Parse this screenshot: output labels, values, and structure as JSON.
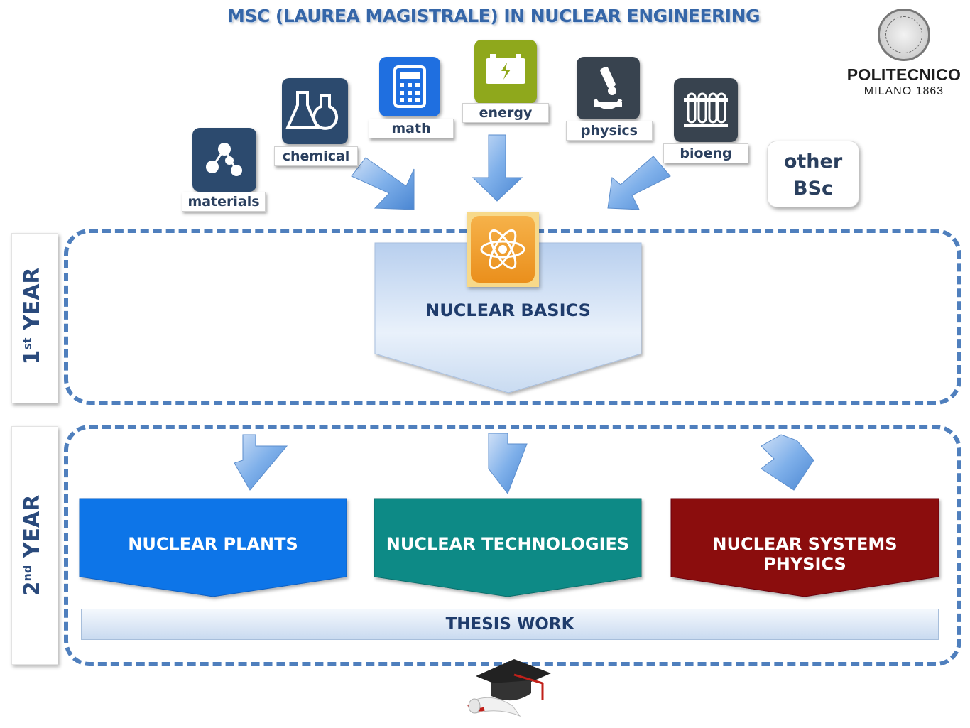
{
  "title": "MSC (LAUREA MAGISTRALE) IN NUCLEAR ENGINEERING",
  "logo": {
    "name": "POLITECNICO",
    "sub": "MILANO 1863"
  },
  "backgrounds": [
    {
      "label": "materials",
      "icon": "molecule-icon",
      "color": "#2c4a6e"
    },
    {
      "label": "chemical",
      "icon": "flask-icon",
      "color": "#2c4a6e"
    },
    {
      "label": "math",
      "icon": "calculator-icon",
      "color": "#1f6fe0"
    },
    {
      "label": "energy",
      "icon": "battery-icon",
      "color": "#8fa81c"
    },
    {
      "label": "physics",
      "icon": "microscope-icon",
      "color": "#38434f"
    },
    {
      "label": "bioeng",
      "icon": "test-tubes-icon",
      "color": "#38434f"
    }
  ],
  "other": {
    "line1": "other",
    "line2": "BSc"
  },
  "year1": {
    "label_num": "1",
    "label_sup": "st",
    "label_word": " YEAR",
    "core": "NUCLEAR BASICS"
  },
  "year2": {
    "label_num": "2",
    "label_sup": "nd",
    "label_word": " YEAR",
    "tracks": [
      {
        "label": "NUCLEAR PLANTS",
        "color": "#0f74e8"
      },
      {
        "label": "NUCLEAR TECHNOLOGIES",
        "color": "#0c8a86"
      },
      {
        "label": "NUCLEAR SYSTEMS PHYSICS",
        "color": "#8b0a0e"
      }
    ],
    "thesis": "THESIS WORK"
  }
}
